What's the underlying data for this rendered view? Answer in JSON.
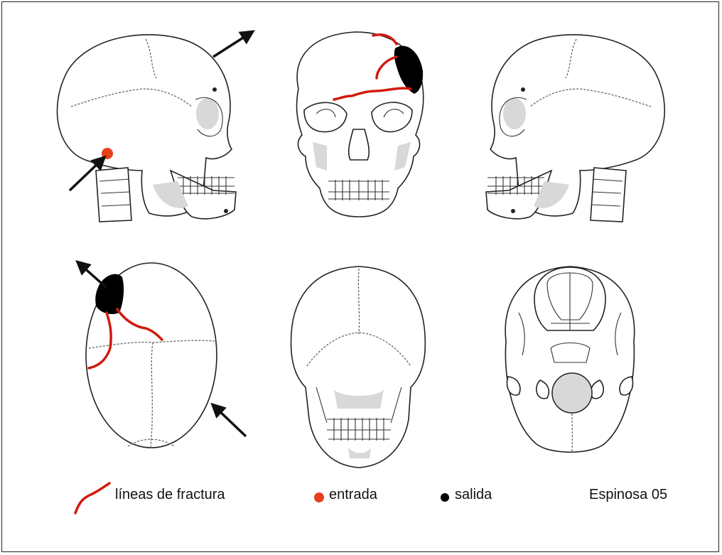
{
  "legend": {
    "fracture_label": "líneas de fractura",
    "entry_label": "entrada",
    "exit_label": "salida",
    "author": "Espinosa  05"
  },
  "colors": {
    "fracture": "#d11a0e",
    "entry": "#e8401c",
    "exit": "#000000",
    "bone_outline": "#222222",
    "shading": "#d8d8d8"
  }
}
